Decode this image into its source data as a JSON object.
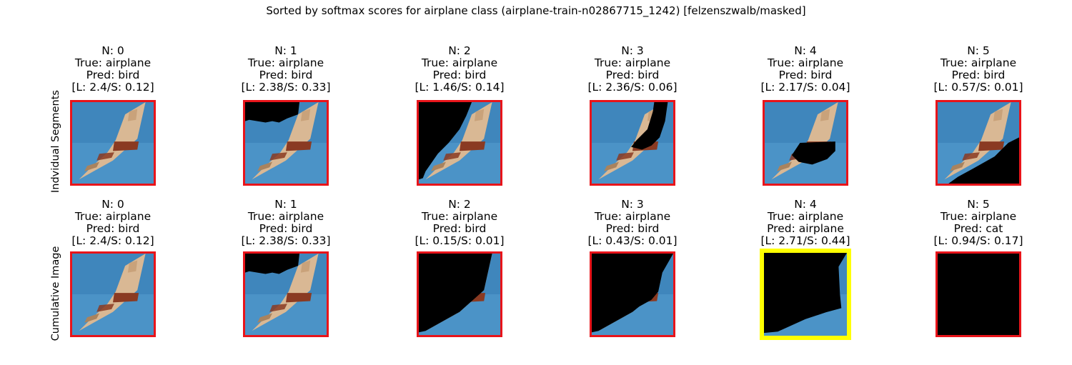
{
  "title": "Sorted by softmax scores for airplane class (airplane-train-n02867715_1242) [felzenszwalb/masked]",
  "rows": [
    {
      "label": "Indvidual Segments",
      "cells": [
        {
          "n": "N: 0",
          "true": "True: airplane",
          "pred": "Pred: bird",
          "scores": "[L: 2.4/S: 0.12]",
          "highlight": false,
          "mask": "none"
        },
        {
          "n": "N: 1",
          "true": "True: airplane",
          "pred": "Pred: bird",
          "scores": "[L: 2.38/S: 0.33]",
          "highlight": false,
          "mask": "sky-top"
        },
        {
          "n": "N: 2",
          "true": "True: airplane",
          "pred": "Pred: bird",
          "scores": "[L: 1.46/S: 0.14]",
          "highlight": false,
          "mask": "sky-left"
        },
        {
          "n": "N: 3",
          "true": "True: airplane",
          "pred": "Pred: bird",
          "scores": "[L: 2.36/S: 0.06]",
          "highlight": false,
          "mask": "wing-right"
        },
        {
          "n": "N: 4",
          "true": "True: airplane",
          "pred": "Pred: bird",
          "scores": "[L: 2.17/S: 0.04]",
          "highlight": false,
          "mask": "body-stripe"
        },
        {
          "n": "N: 5",
          "true": "True: airplane",
          "pred": "Pred: bird",
          "scores": "[L: 0.57/S: 0.01]",
          "highlight": false,
          "mask": "sky-bottom"
        }
      ]
    },
    {
      "label": "Cumulative Image",
      "cells": [
        {
          "n": "N: 0",
          "true": "True: airplane",
          "pred": "Pred: bird",
          "scores": "[L: 2.4/S: 0.12]",
          "highlight": false,
          "mask": "none"
        },
        {
          "n": "N: 1",
          "true": "True: airplane",
          "pred": "Pred: bird",
          "scores": "[L: 2.38/S: 0.33]",
          "highlight": false,
          "mask": "sky-top"
        },
        {
          "n": "N: 2",
          "true": "True: airplane",
          "pred": "Pred: bird",
          "scores": "[L: 0.15/S: 0.01]",
          "highlight": false,
          "mask": "cum-2"
        },
        {
          "n": "N: 3",
          "true": "True: airplane",
          "pred": "Pred: bird",
          "scores": "[L: 0.43/S: 0.01]",
          "highlight": false,
          "mask": "cum-3"
        },
        {
          "n": "N: 4",
          "true": "True: airplane",
          "pred": "Pred: airplane",
          "scores": "[L: 2.71/S: 0.44]",
          "highlight": true,
          "mask": "cum-4"
        },
        {
          "n": "N: 5",
          "true": "True: airplane",
          "pred": "Pred: cat",
          "scores": "[L: 0.94/S: 0.17]",
          "highlight": false,
          "mask": "all"
        }
      ]
    }
  ],
  "colors": {
    "frame": "#e8141a",
    "highlight": "#ffff00",
    "sky": "#3f86bc",
    "wing": "#d9b894",
    "stripe": "#8a3a22",
    "mask": "#000000"
  }
}
